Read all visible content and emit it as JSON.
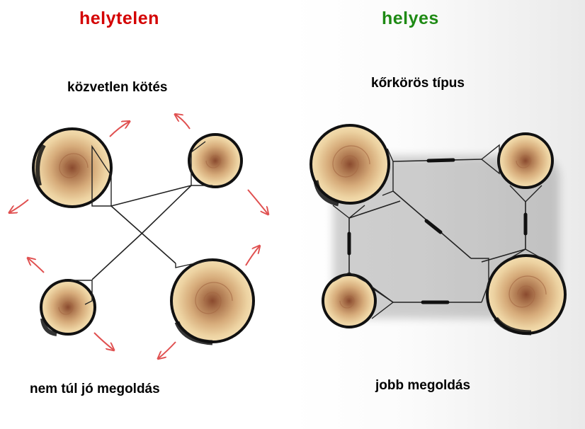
{
  "labels": {
    "wrong_heading": "helytelen",
    "right_heading": "helyes",
    "wrong_type": "közvetlen kötés",
    "right_type": "kőrkörös típus",
    "wrong_caption": "nem túl jó megoldás",
    "right_caption": "jobb megoldás"
  },
  "colors": {
    "wrong": "#d40000",
    "right": "#1e8a14",
    "arrow": "#e05050",
    "bark": "#111111",
    "wood_light": "#f0d9a8",
    "wood_dark": "#8a4a2e"
  },
  "icons": [
    "log-end-icon",
    "arrow-icon",
    "turnbuckle-icon"
  ]
}
